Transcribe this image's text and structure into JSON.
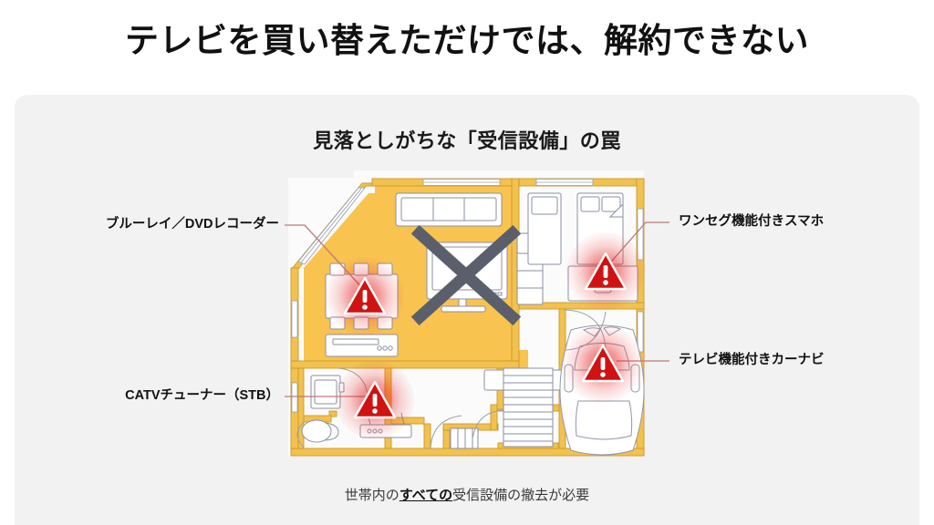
{
  "page": {
    "title": "テレビを買い替えただけでは、解約できない",
    "background_color": "#ffffff"
  },
  "card": {
    "subtitle": "見落としがちな「受信設備」の罠",
    "background_color": "#f2f2f2",
    "footer": {
      "prefix": "世帯内の",
      "emphasis": "すべての",
      "suffix": "受信設備の撤去が必要"
    }
  },
  "colors": {
    "highlight_room": "#f9c350",
    "wall": "#f2c14e",
    "wall_outline": "#c99a2e",
    "furniture_outline": "#8a8fa3",
    "warning_red": "#d11212",
    "cross_gray": "#5a5f6b",
    "leader_line": "#c07878",
    "title_text": "#111111"
  },
  "callouts": [
    {
      "id": "bluray-dvd-recorder",
      "label": "ブルーレイ／DVDレコーダー",
      "side": "left",
      "icon": "warning-triangle-icon"
    },
    {
      "id": "catv-tuner-stb",
      "label": "CATVチューナー（STB）",
      "side": "left",
      "icon": "warning-triangle-icon"
    },
    {
      "id": "oneseg-smartphone",
      "label": "ワンセグ機能付きスマホ",
      "side": "right",
      "icon": "warning-triangle-icon"
    },
    {
      "id": "car-navigation-tv",
      "label": "テレビ機能付きカーナビ",
      "side": "right",
      "icon": "warning-triangle-icon"
    }
  ],
  "floorplan": {
    "name": "house-floor-plan",
    "crossed_out_item": "television",
    "rooms": [
      {
        "name": "living-dining-room",
        "highlighted": true
      },
      {
        "name": "bedroom",
        "highlighted": false
      },
      {
        "name": "garage",
        "highlighted": false
      },
      {
        "name": "utility-room",
        "highlighted": false
      },
      {
        "name": "entrance-hall",
        "highlighted": false
      }
    ],
    "markers": [
      {
        "name": "warning-marker-recorder"
      },
      {
        "name": "warning-marker-stb"
      },
      {
        "name": "warning-marker-smartphone"
      },
      {
        "name": "warning-marker-carnavi"
      }
    ]
  }
}
